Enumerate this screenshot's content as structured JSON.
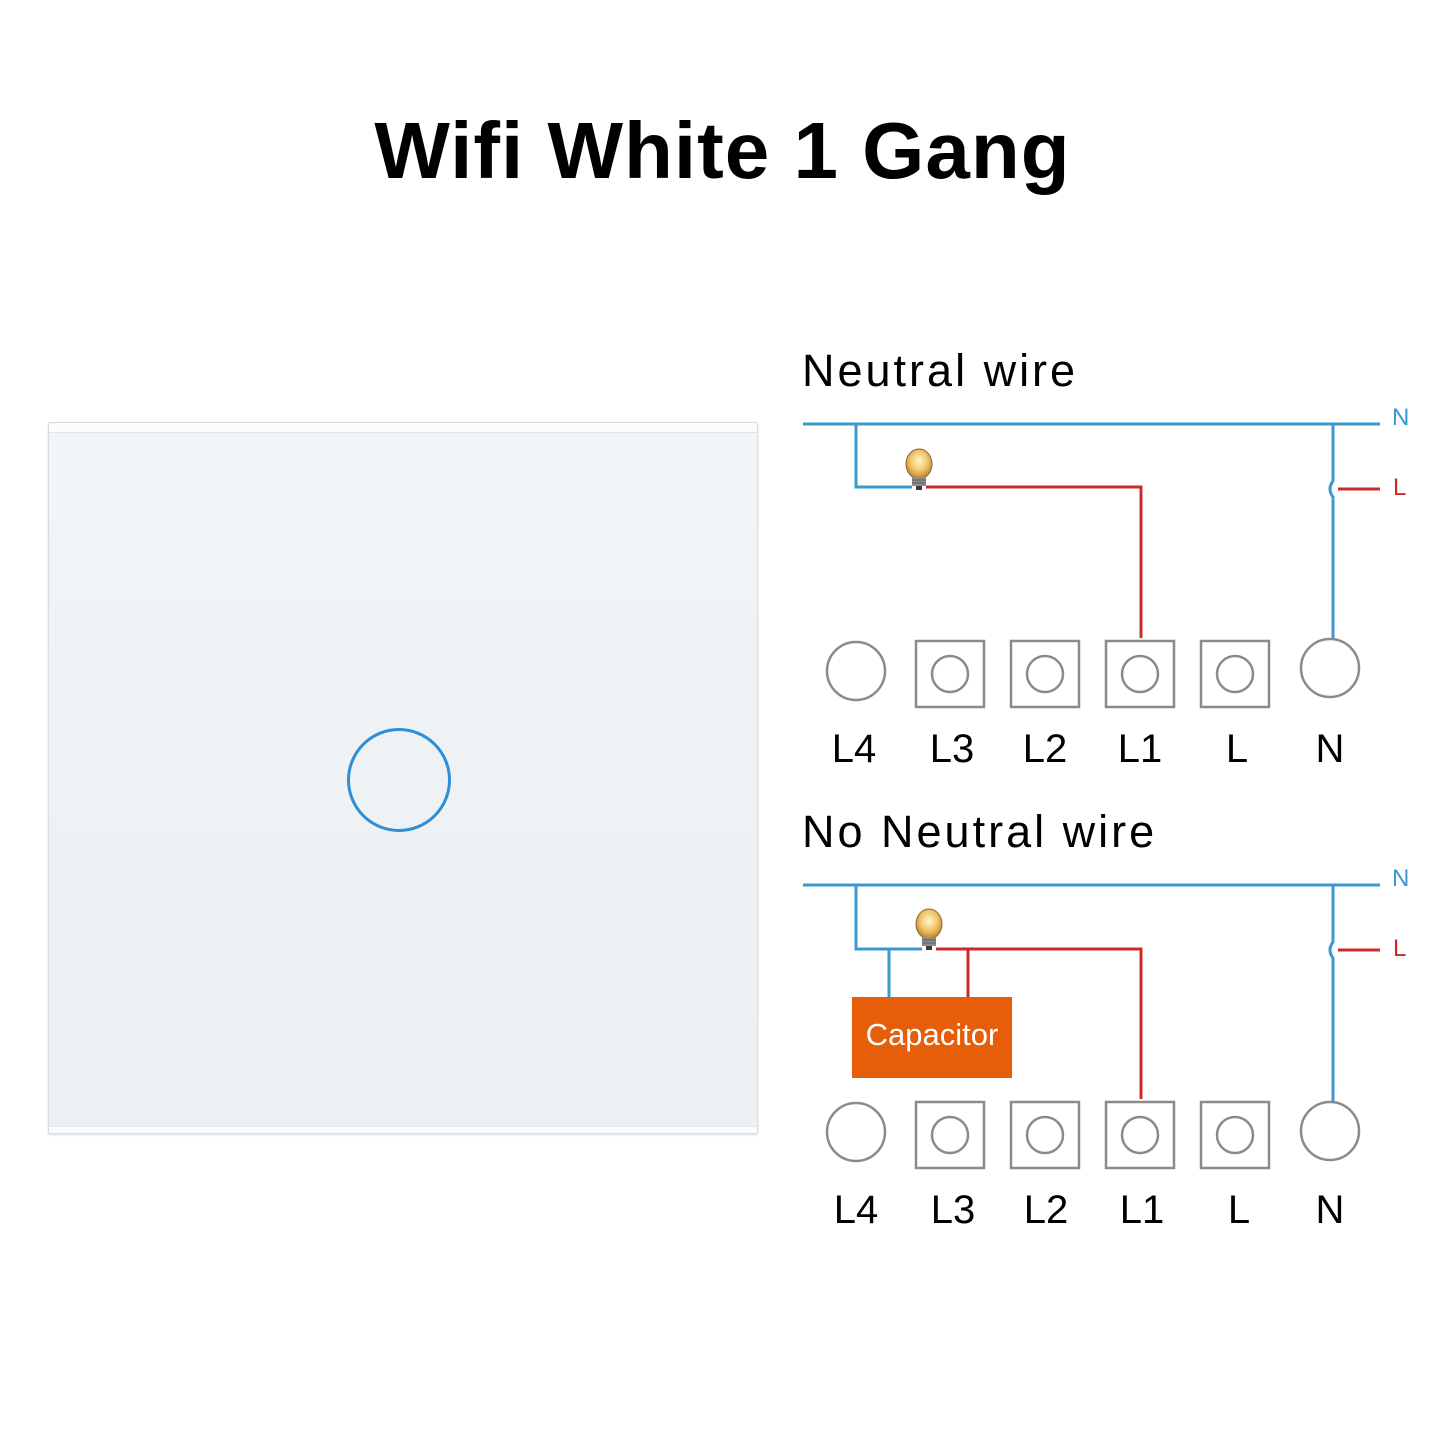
{
  "title": "Wifi White 1 Gang",
  "colors": {
    "neutral_wire": "#3a99cf",
    "live_wire": "#cc2a2a",
    "capacitor": "#e65e0a",
    "touch_ring": "#2d8fd5",
    "terminal_outline": "#8b8b8b"
  },
  "product": {
    "touch_button_icon": "touch-ring-icon"
  },
  "diagrams": [
    {
      "title": "Neutral wire",
      "line_labels": {
        "neutral": "N",
        "live": "L"
      },
      "terminals": [
        "L4",
        "L3",
        "L2",
        "L1",
        "L",
        "N"
      ],
      "bulb_icon": "light-bulb-icon"
    },
    {
      "title": "No Neutral wire",
      "line_labels": {
        "neutral": "N",
        "live": "L"
      },
      "terminals": [
        "L4",
        "L3",
        "L2",
        "L1",
        "L",
        "N"
      ],
      "bulb_icon": "light-bulb-icon",
      "capacitor_label": "Capacitor"
    }
  ]
}
